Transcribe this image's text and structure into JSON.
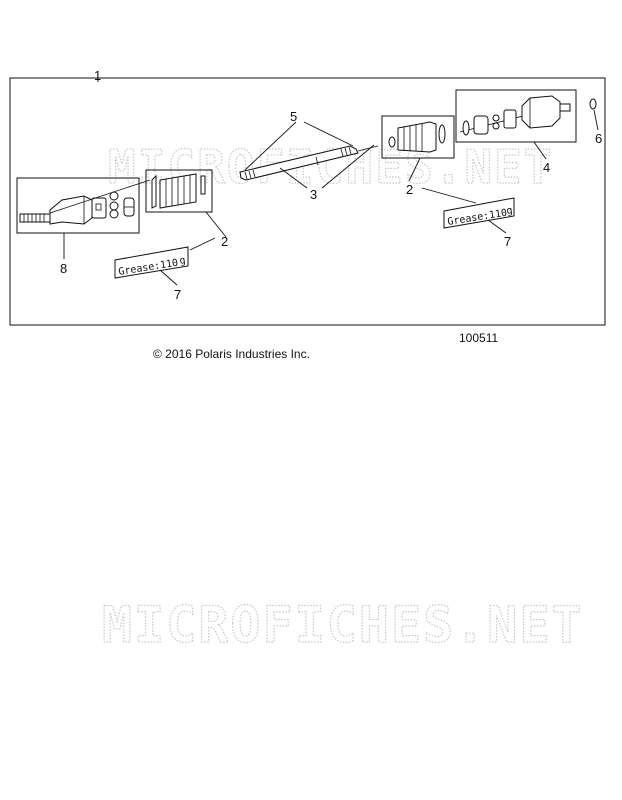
{
  "watermark": "MICROFICHES.NET",
  "callouts": {
    "c1": "1",
    "c2a": "2",
    "c2b": "2",
    "c3": "3",
    "c4": "4",
    "c5": "5",
    "c6": "6",
    "c7a": "7",
    "c7b": "7",
    "c8": "8"
  },
  "grease_label": "Grease:110",
  "grease_unit": "g",
  "ref_number": "100511",
  "copyright": "© 2016 Polaris Industries Inc."
}
